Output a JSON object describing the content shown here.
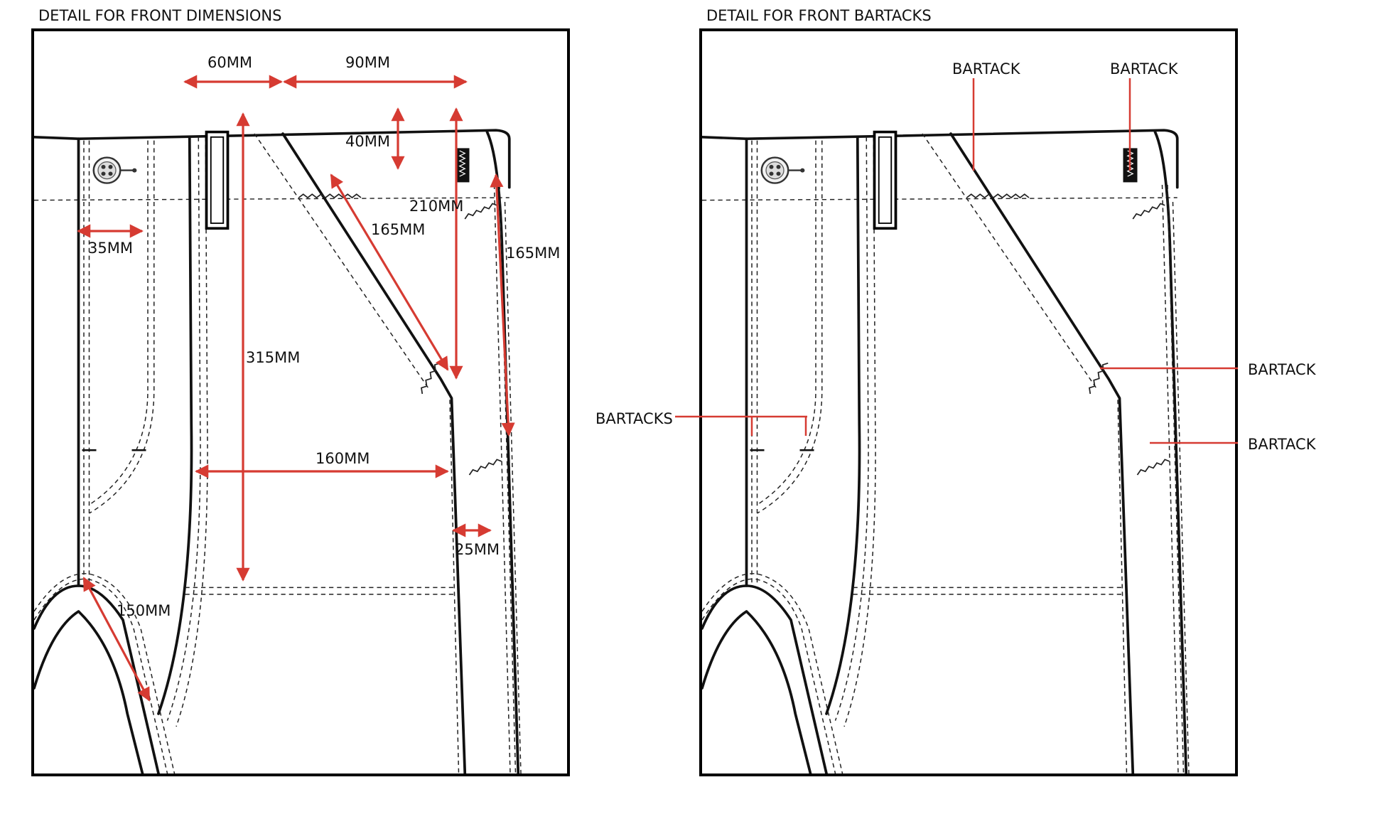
{
  "panels": {
    "dimensions": {
      "title": "DETAIL FOR FRONT DIMENSIONS",
      "labels": {
        "d60": "60MM",
        "d90": "90MM",
        "d40": "40MM",
        "d210": "210MM",
        "d165a": "165MM",
        "d165b": "165MM",
        "d35": "35MM",
        "d315": "315MM",
        "d160": "160MM",
        "d25": "25MM",
        "d150": "150MM"
      }
    },
    "bartacks": {
      "title": "DETAIL FOR FRONT BARTACKS",
      "labels": {
        "b_top1": "BARTACK",
        "b_top2": "BARTACK",
        "b_mid": "BARTACK",
        "b_low": "BARTACK",
        "b_fly": "BARTACKS"
      }
    }
  },
  "colors": {
    "dimension": "#d63b32",
    "outline": "#111111"
  }
}
